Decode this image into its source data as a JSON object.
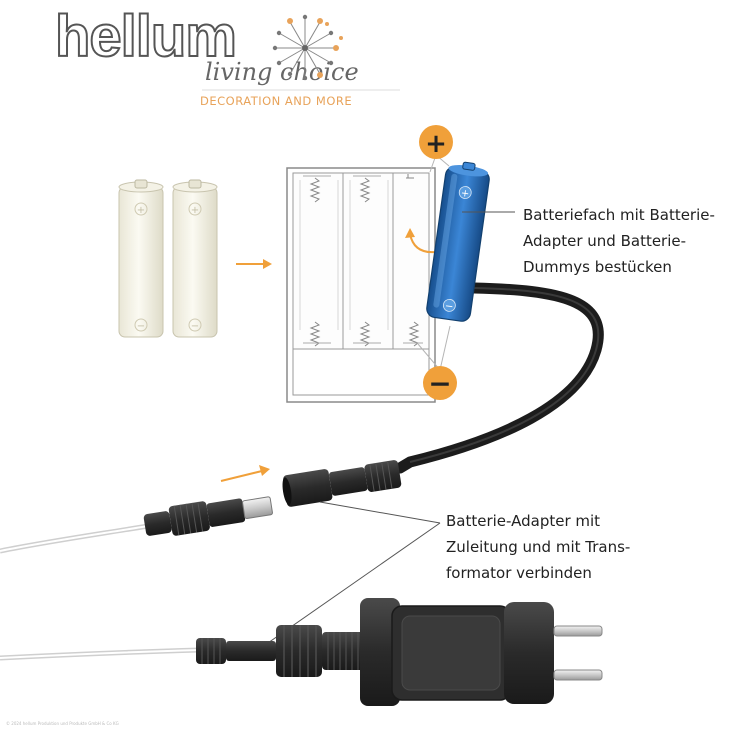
{
  "logo": {
    "brand": "hellum",
    "script_line": "living choice",
    "tagline": "DECORATION AND MORE"
  },
  "callouts": {
    "battery_compartment": "Batteriefach mit Batterie-\nAdapter und Batterie-\nDummys bestücken",
    "adapter_connect": "Batterie-Adapter mit\nZuleitung und mit Trans-\nformator verbinden"
  },
  "symbols": {
    "plus": "+",
    "minus": "−"
  },
  "copyright": "© 2024 hellum Produktion und Produkte GmbH & Co KG",
  "colors": {
    "accent": "#f0a03a",
    "battery_blue": "#2a6cb8",
    "cable": "#222222",
    "logo_orange": "#e8a35a"
  },
  "icons": [
    "plus-icon",
    "minus-icon",
    "arrow-right-icon",
    "rotate-arrow-icon",
    "dandelion-logo-icon"
  ]
}
